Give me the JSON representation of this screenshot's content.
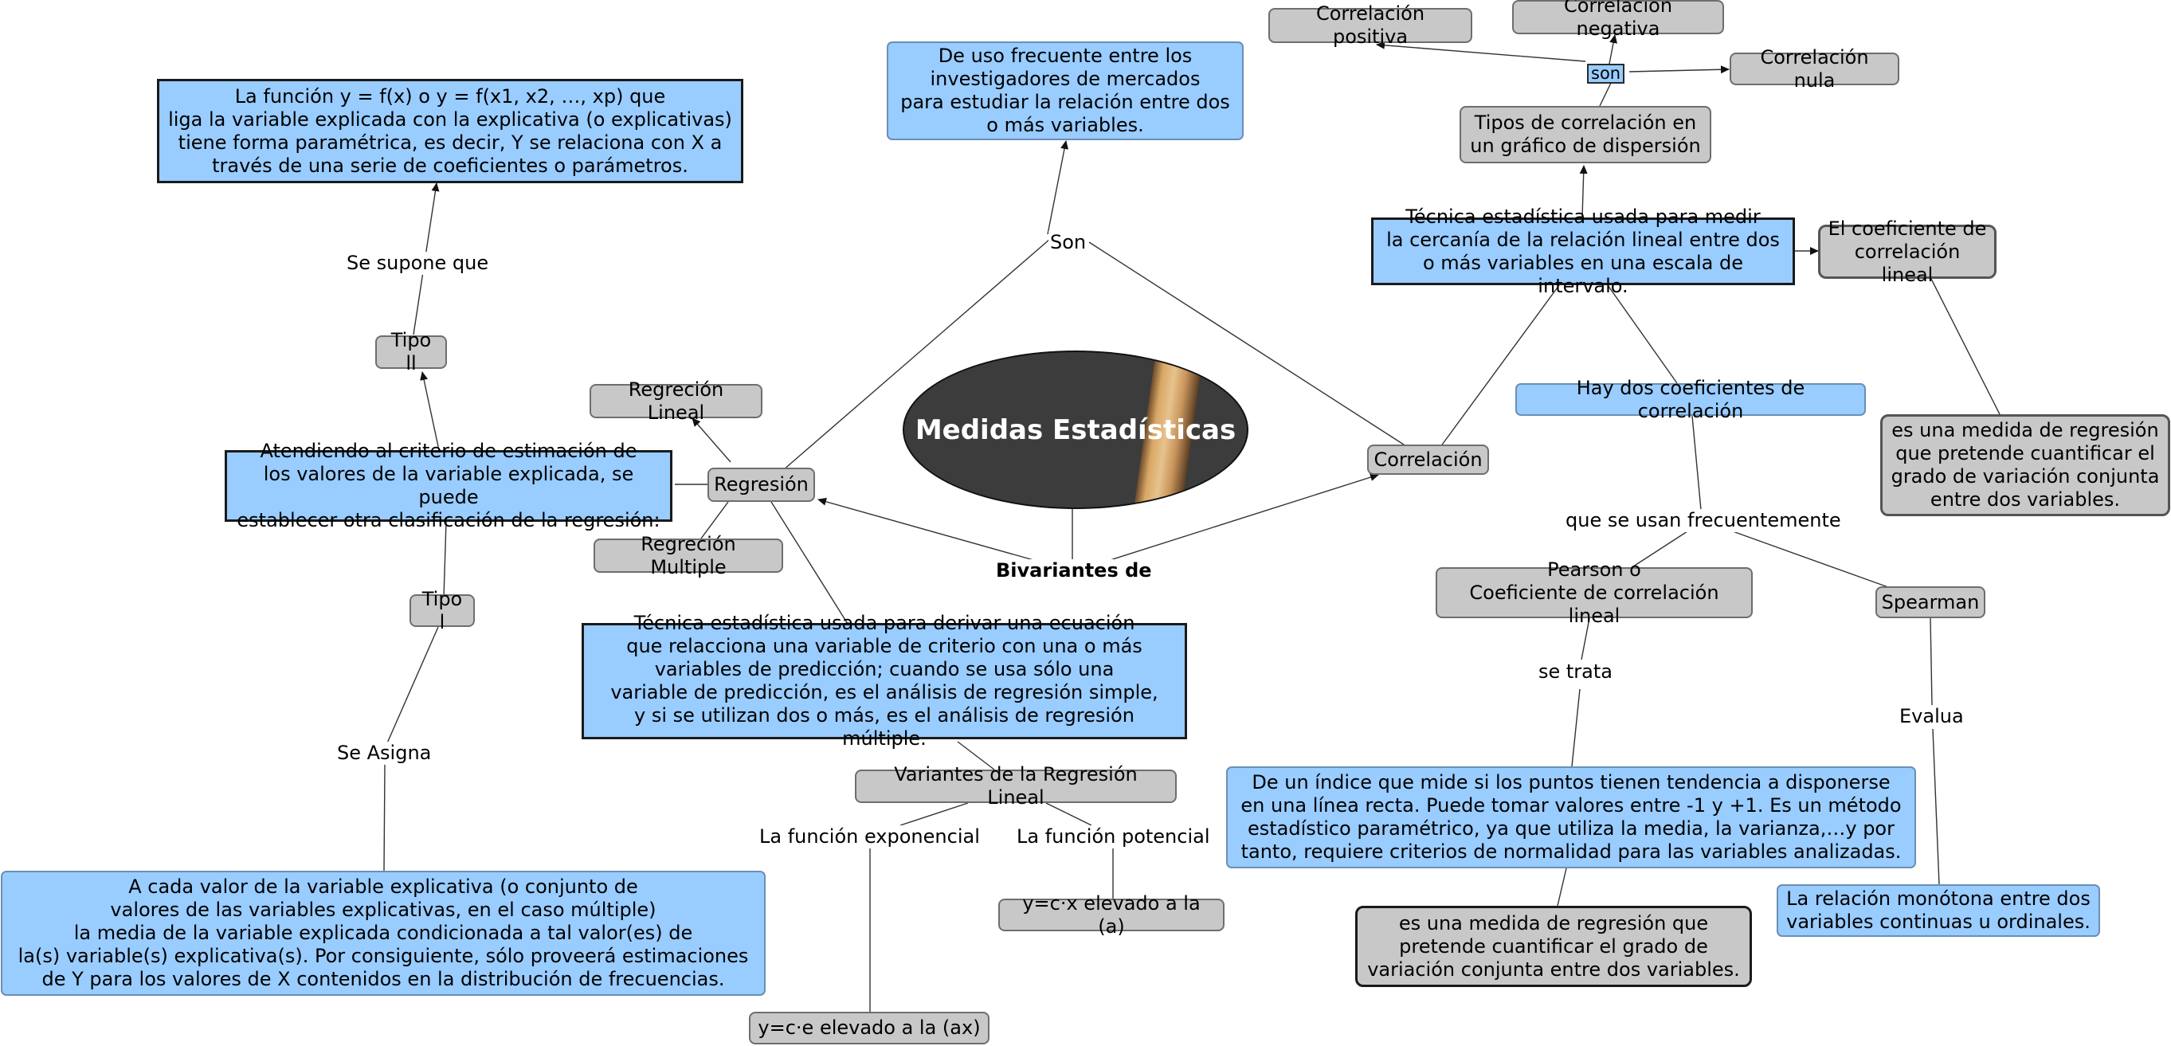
{
  "center": {
    "title": "Medidas Estadísticas"
  },
  "nodes": {
    "correlacion_positiva": "Correlación positiva",
    "correlacion_negativa": "Correlación negativa",
    "correlacion_nula": "Correlación nula",
    "tipos_correlacion": "Tipos de correlación en\nun gráfico de dispersión",
    "uso_frecuente": "De uso frecuente entre los\ninvestigadores de mercados\npara estudiar la relación entre dos\no más variables.",
    "funcion_y": "La función y = f(x) o y = f(x1, x2, …, xp) que\nliga la variable explicada con la explicativa (o explicativas)\ntiene forma paramétrica, es decir, Y se relaciona con X a\ntravés de una serie de coeficientes o parámetros.",
    "tecnica_correlacion": "Técnica estadística usada para medir\nla cercanía de la relación lineal entre dos\no más variables en una escala de intervalo.",
    "coeficiente_lineal": "El coeficiente de\ncorrelación lineal",
    "tipo_ii": "Tipo ll",
    "regrecion_lineal": "Regreción Lineal",
    "hay_dos": "Hay dos coeficientes de correlación",
    "medida_regresion_right": "es una medida de regresión\nque pretende cuantificar el\ngrado de variación conjunta\nentre dos variables.",
    "atendiendo": "Atendiendo al criterio de estimación de\nlos valores de la variable explicada, se puede\nestablecer otra clasificación de la regresión:",
    "regresion": "Regresión",
    "correlacion": "Correlación",
    "regrecion_multiple": "Regreción Multiple",
    "tipo_i": "Tipo l",
    "pearson": "Pearson o\nCoeficiente de correlación lineal",
    "spearman": "Spearman",
    "tecnica_regresion": "Técnica estadística usada para derivar una ecuación\nque relacciona una variable de criterio con una o más\nvariables de predicción; cuando se usa sólo una\nvariable de predicción, es el análisis de regresión simple,\ny si se utilizan dos o más, es el análisis de regresión múltiple.",
    "variantes": "Variantes de la Regresión Lineal",
    "de_un_indice": "De un índice que mide si los puntos tienen tendencia a disponerse\nen una línea recta. Puede tomar valores entre -1 y +1. Es un método\nestadístico paramétrico, ya que utiliza la media, la varianza,…y por\ntanto, requiere criterios de normalidad para las variables analizadas.",
    "a_cada_valor": "A cada valor de la variable explicativa (o conjunto de\nvalores de las variables explicativas, en el caso múltiple)\nla media de la variable explicada condicionada a tal valor(es) de\nla(s) variable(s) explicativa(s). Por consiguiente, sólo proveerá estimaciones\nde Y para los valores de X contenidos en la distribución de frecuencias.",
    "y_cx": "y=c·x elevado a la (a)",
    "relacion_monotona": "La relación monótona entre dos\nvariables continuas u ordinales.",
    "medida_regresion_bottom": "es una medida de regresión que\npretende cuantificar el grado de\nvariación conjunta entre dos variables.",
    "y_ce": "y=c·e elevado a la (ax)"
  },
  "links": {
    "son_tag": "son",
    "son": "Son",
    "se_supone_que": "Se supone que",
    "bivariantes_de": "Bivariantes de",
    "que_se_usan": "que se usan frecuentemente",
    "se_trata": "se trata",
    "evalua": "Evalua",
    "se_asigna": "Se Asigna",
    "funcion_exponencial": "La función exponencial",
    "funcion_potencial": "La función potencial"
  },
  "colors": {
    "grey_node": "#c8c8c8",
    "blue_node": "#99ccff",
    "center_node": "#3c3c3c"
  }
}
